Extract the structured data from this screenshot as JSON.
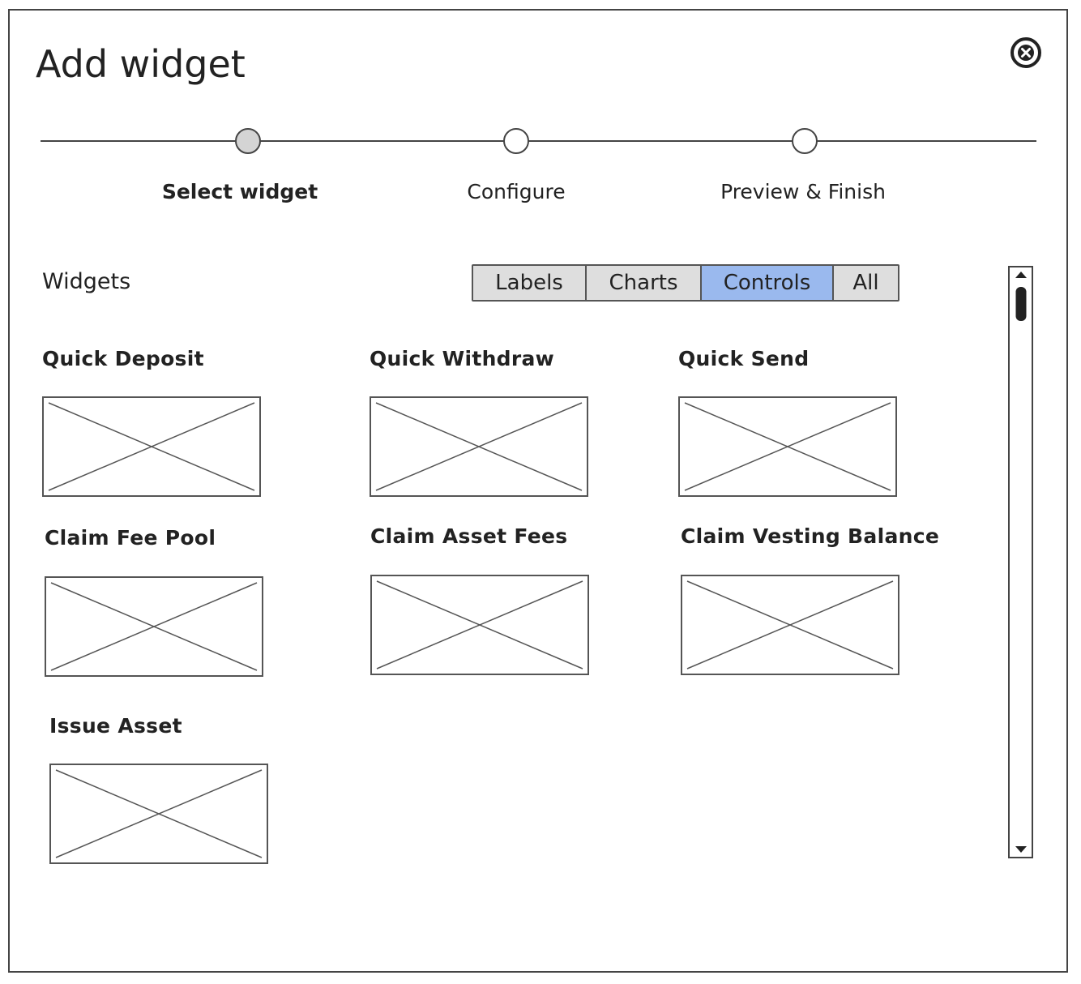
{
  "dialog": {
    "title": "Add widget",
    "close_icon": "close-circle-x-icon"
  },
  "stepper": {
    "current_step": 1,
    "steps": [
      {
        "label": "Select widget",
        "state": "active"
      },
      {
        "label": "Configure",
        "state": "pending"
      },
      {
        "label": "Preview & Finish",
        "state": "pending"
      }
    ]
  },
  "widgets_section": {
    "title": "Widgets",
    "filters": [
      {
        "label": "Labels",
        "selected": false
      },
      {
        "label": "Charts",
        "selected": false
      },
      {
        "label": "Controls",
        "selected": true
      },
      {
        "label": "All",
        "selected": false
      }
    ],
    "items": [
      {
        "name": "Quick Deposit",
        "thumbnail": "image-placeholder-icon"
      },
      {
        "name": "Quick Withdraw",
        "thumbnail": "image-placeholder-icon"
      },
      {
        "name": "Quick Send",
        "thumbnail": "image-placeholder-icon"
      },
      {
        "name": "Claim Fee Pool",
        "thumbnail": "image-placeholder-icon"
      },
      {
        "name": "Claim Asset Fees",
        "thumbnail": "image-placeholder-icon"
      },
      {
        "name": "Claim Vesting Balance",
        "thumbnail": "image-placeholder-icon"
      },
      {
        "name": "Issue Asset",
        "thumbnail": "image-placeholder-icon"
      }
    ]
  },
  "colors": {
    "selected_filter": "#9ab9ee",
    "filter_bg": "#dedede",
    "active_step_dot": "#d4d4d4",
    "border": "#444444"
  }
}
